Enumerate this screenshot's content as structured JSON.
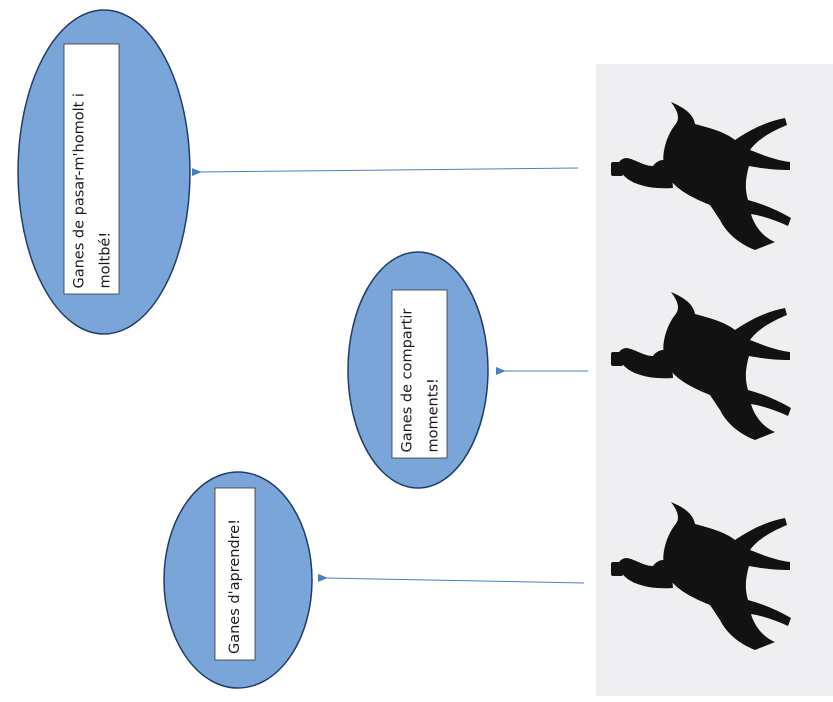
{
  "wishes": [
    {
      "text": "Ganes de pasar-m'homolt i moltbé!"
    },
    {
      "text": "Ganes de compartir moments!"
    },
    {
      "text": "Ganes d'aprendre!"
    }
  ],
  "colors": {
    "bubble_fill": "#7aa5d9",
    "bubble_stroke": "#1f3d6b",
    "arrow": "#4a7fc0",
    "panel_bg": "#efeff1",
    "silhouette": "#121212"
  },
  "icons": [
    "kings-on-camels-silhouette"
  ]
}
